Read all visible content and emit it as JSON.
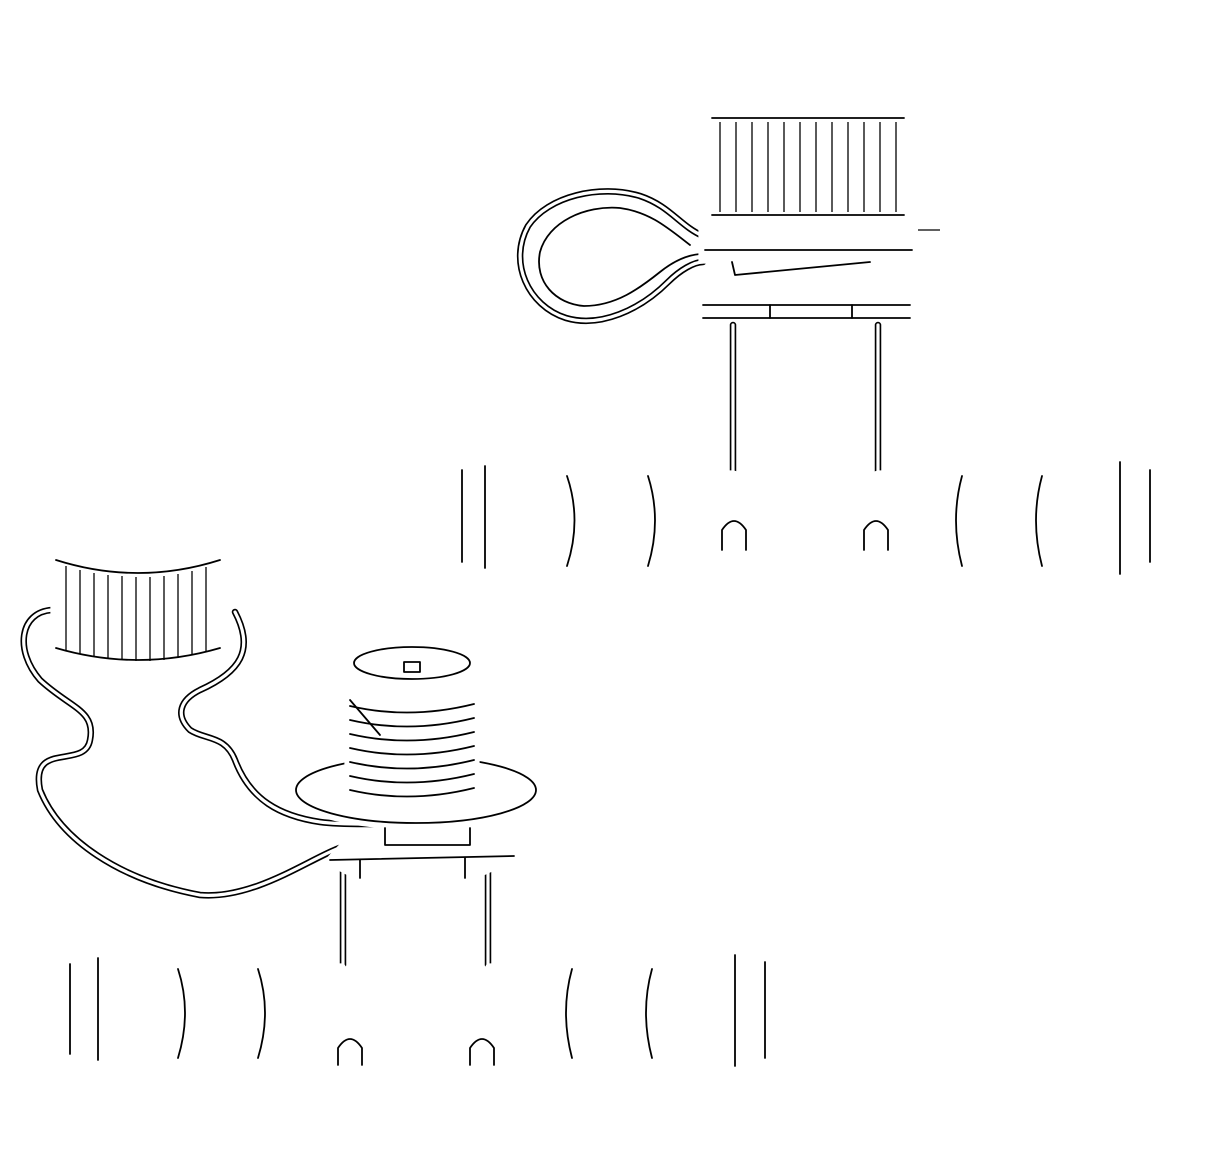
{
  "figure": {
    "description_visible_text": "",
    "colors": {
      "line": "#000000",
      "background": "#ffffff"
    },
    "parts": [
      {
        "id": "assembled-tee-fitting",
        "state": "cap installed"
      },
      {
        "id": "exploded-tee-fitting",
        "state": "cap removed, threaded neck exposed"
      }
    ]
  }
}
